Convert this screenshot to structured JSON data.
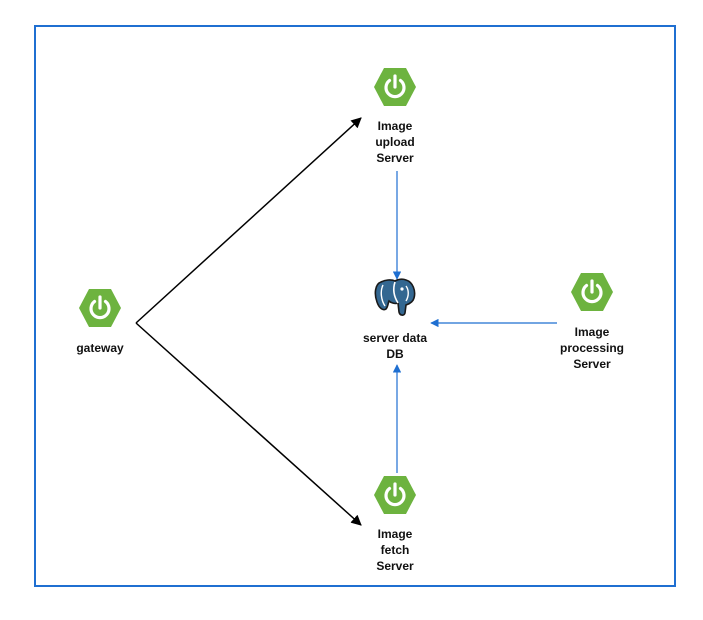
{
  "colors": {
    "frame": "#1f6fd1",
    "spring_green": "#6db33f",
    "black_arrow": "#000000",
    "blue_arrow": "#1f6fd1",
    "postgres_blue": "#336791"
  },
  "nodes": {
    "gateway": {
      "label": "gateway",
      "icon": "spring-power-icon"
    },
    "upload": {
      "label": "Image\nupload\nServer",
      "icon": "spring-power-icon"
    },
    "db": {
      "label": "server data\nDB",
      "icon": "postgresql-elephant-icon"
    },
    "processing": {
      "label": "Image\nprocessing\nServer",
      "icon": "spring-power-icon"
    },
    "fetch": {
      "label": "Image\nfetch\nServer",
      "icon": "spring-power-icon"
    }
  },
  "edges": [
    {
      "from": "gateway",
      "to": "upload",
      "style": "black"
    },
    {
      "from": "gateway",
      "to": "fetch",
      "style": "black"
    },
    {
      "from": "upload",
      "to": "db",
      "style": "blue"
    },
    {
      "from": "processing",
      "to": "db",
      "style": "blue"
    },
    {
      "from": "fetch",
      "to": "db",
      "style": "blue"
    }
  ]
}
